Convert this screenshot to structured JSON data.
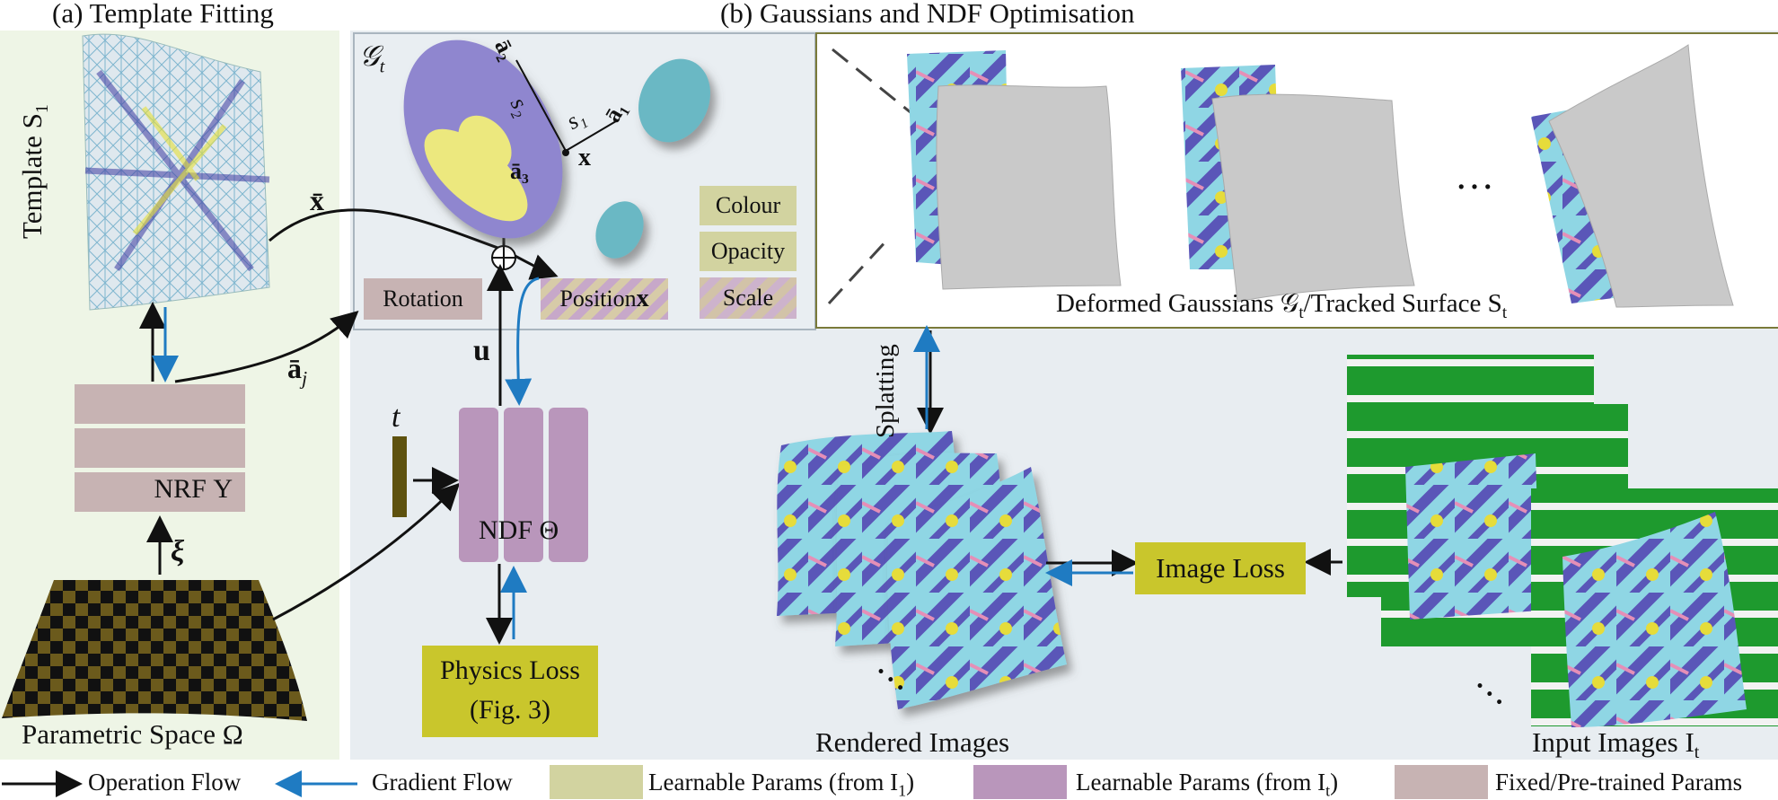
{
  "panel_a": {
    "title": "(a) Template Fitting",
    "template_label": "Template S",
    "template_sub": "1",
    "nrf_label": "NRF Υ",
    "xi_label": "ξ",
    "param_space_label": "Parametric Space Ω",
    "xbar_label": "x̄",
    "abar_label": "ā",
    "abar_sub": "j"
  },
  "panel_b": {
    "title": "(b) Gaussians and NDF Optimisation",
    "gt_label": "𝒢",
    "gt_sub": "t",
    "a2_label": "ā₂",
    "a1_label": "ā₁",
    "a3_label": "ā₃",
    "s1_label": "s₁",
    "s2_label": "s₂",
    "x_label": "x",
    "colour_label": "Colour",
    "opacity_label": "Opacity",
    "scale_label": "Scale",
    "rotation_label": "Rotation",
    "position_label": "Position",
    "position_var": "x",
    "u_label": "u",
    "t_label": "t",
    "ndf_label": "NDF Θ",
    "physics_loss_line1": "Physics Loss",
    "physics_loss_line2": "(Fig. 3)",
    "deformed_label": "Deformed Gaussians 𝒢",
    "deformed_sub": "t",
    "tracked_label": "/Tracked Surface S",
    "tracked_sub": "t",
    "ellipsis": "…",
    "splatting_label": "Splatting",
    "image_loss_label": "Image Loss",
    "rendered_label": "Rendered Images",
    "input_label": "Input Images I",
    "input_sub": "t",
    "dots_rendered": "…",
    "dots_input": "…"
  },
  "legend": {
    "operation_flow": "Operation Flow",
    "gradient_flow": "Gradient Flow",
    "learnable_i1": "Learnable Params (from I",
    "learnable_i1_sub": "1",
    "learnable_it": "Learnable Params (from I",
    "learnable_it_sub": "t",
    "fixed": "Fixed/Pre-trained Params",
    "close_paren": ")"
  },
  "colors": {
    "operation_arrow": "#111111",
    "gradient_arrow": "#1f7bc2",
    "learnable_i1": "#d2d3a0",
    "learnable_it": "#b996bb",
    "fixed": "#c7b3b3",
    "loss_box": "#c9c62c",
    "gaussian_purple": "#8f86cf",
    "gaussian_yellow": "#ece87e",
    "gaussian_cyan": "#6bb8c4"
  }
}
